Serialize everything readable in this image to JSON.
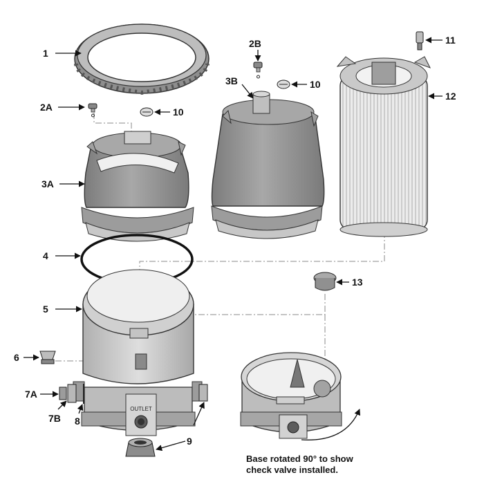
{
  "callouts": {
    "c1": "1",
    "c2a": "2A",
    "c2b": "2B",
    "c3a": "3A",
    "c3b": "3B",
    "c4": "4",
    "c5": "5",
    "c6": "6",
    "c7a": "7A",
    "c7b": "7B",
    "c8": "8",
    "c9": "9",
    "c10a": "10",
    "c10b": "10",
    "c11": "11",
    "c12": "12",
    "c13": "13"
  },
  "base_label": "OUTLET",
  "caption": {
    "line1": "Base rotated 90° to show",
    "line2": "check valve installed."
  },
  "colors": {
    "tank_gray": "#9a9a9a",
    "light_gray": "#d4d4d4",
    "dark_gray": "#6a6a6a",
    "cartridge": "#e6e6e6"
  }
}
